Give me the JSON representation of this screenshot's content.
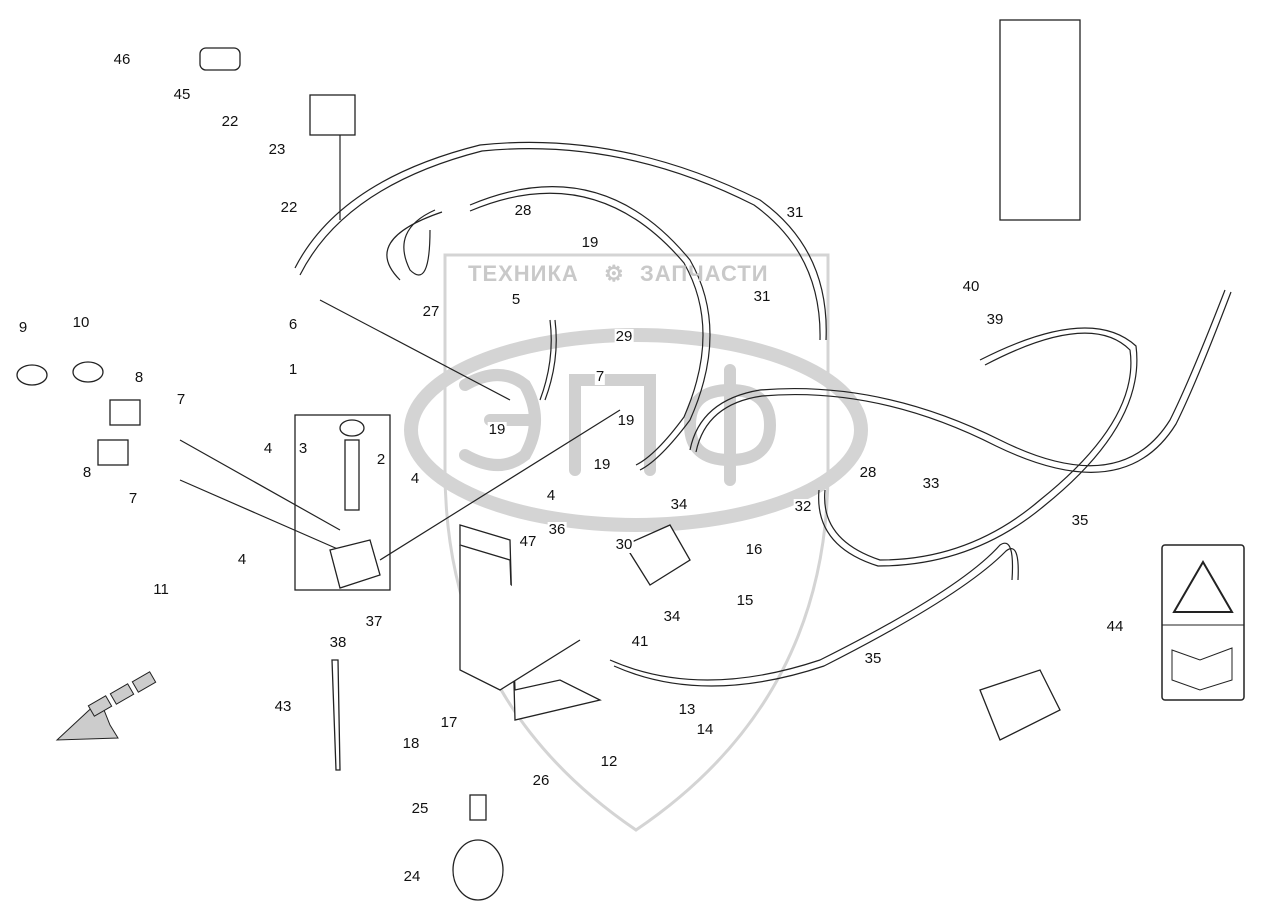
{
  "watermark": {
    "left_text": "ТЕХНИКА",
    "right_text": "ЗАПЧАСТИ",
    "monogram": "ЭПФ",
    "color": "#c9c9c9"
  },
  "callouts": [
    "46",
    "45",
    "22",
    "23",
    "22",
    "28",
    "31",
    "19",
    "27",
    "5",
    "31",
    "6",
    "29",
    "9",
    "10",
    "8",
    "7",
    "1",
    "7",
    "40",
    "39",
    "3",
    "2",
    "4",
    "4",
    "19",
    "19",
    "19",
    "28",
    "33",
    "35",
    "34",
    "32",
    "4",
    "8",
    "7",
    "4",
    "36",
    "47",
    "30",
    "16",
    "11",
    "15",
    "34",
    "41",
    "37",
    "38",
    "35",
    "44",
    "43",
    "17",
    "18",
    "13",
    "14",
    "12",
    "26",
    "25",
    "24"
  ],
  "warning_label": {
    "icons": [
      "explosion-warning-icon",
      "manual-book-icon"
    ]
  }
}
